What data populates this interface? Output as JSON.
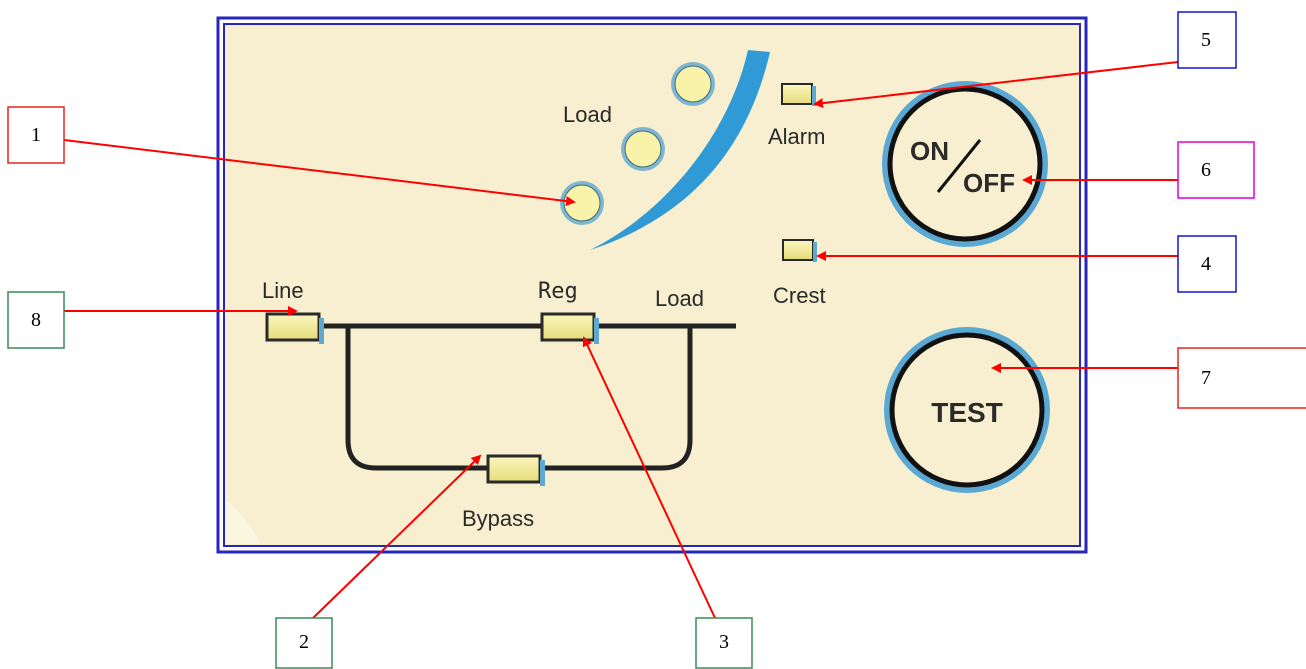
{
  "panel": {
    "load_meter_label": "Load",
    "alarm_label": "Alarm",
    "crest_label": "Crest",
    "line_label": "Line",
    "reg_label": "Reg",
    "load_label": "Load",
    "bypass_label": "Bypass",
    "on_label": "ON",
    "off_label": "OFF",
    "test_label": "TEST"
  },
  "callouts": [
    {
      "number": "1",
      "border_color": "#e8251f"
    },
    {
      "number": "2",
      "border_color": "#3a8a55"
    },
    {
      "number": "3",
      "border_color": "#3a8a55"
    },
    {
      "number": "4",
      "border_color": "#1414c8"
    },
    {
      "number": "5",
      "border_color": "#1414c8"
    },
    {
      "number": "6",
      "border_color": "#e000e0"
    },
    {
      "number": "7",
      "border_color": "#e8251f"
    },
    {
      "number": "8",
      "border_color": "#3a8a55"
    }
  ],
  "colors": {
    "panel_background": "#f7efcf",
    "frame": "#2626b8",
    "led_fill": "#f4ee9a",
    "arc_blue": "#2f9ad6",
    "callout_arrow": "#ff0000"
  }
}
